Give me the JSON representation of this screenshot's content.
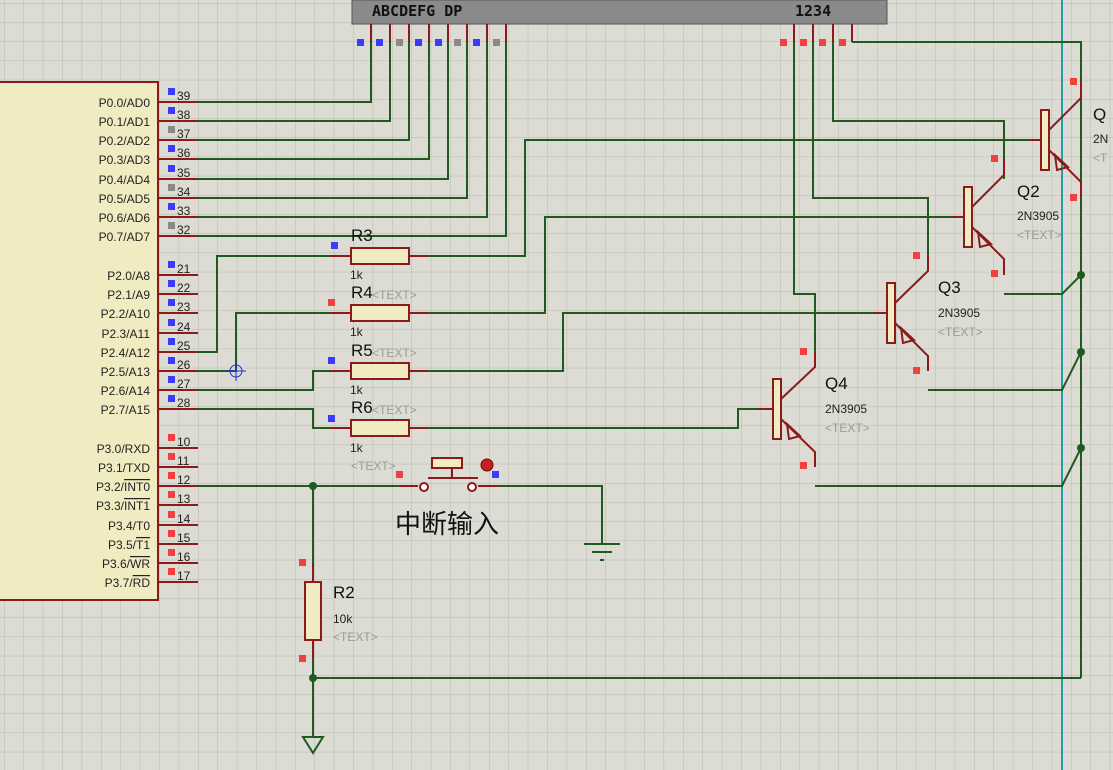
{
  "display": {
    "segments_label": "ABCDEFG DP",
    "digits_label": "1234"
  },
  "mcu": {
    "pins": [
      {
        "label": "P0.0/AD0",
        "num": "39"
      },
      {
        "label": "P0.1/AD1",
        "num": "38"
      },
      {
        "label": "P0.2/AD2",
        "num": "37"
      },
      {
        "label": "P0.3/AD3",
        "num": "36"
      },
      {
        "label": "P0.4/AD4",
        "num": "35"
      },
      {
        "label": "P0.5/AD5",
        "num": "34"
      },
      {
        "label": "P0.6/AD6",
        "num": "33"
      },
      {
        "label": "P0.7/AD7",
        "num": "32"
      },
      {
        "label": "P2.0/A8",
        "num": "21"
      },
      {
        "label": "P2.1/A9",
        "num": "22"
      },
      {
        "label": "P2.2/A10",
        "num": "23"
      },
      {
        "label": "P2.3/A11",
        "num": "24"
      },
      {
        "label": "P2.4/A12",
        "num": "25"
      },
      {
        "label": "P2.5/A13",
        "num": "26"
      },
      {
        "label": "P2.6/A14",
        "num": "27"
      },
      {
        "label": "P2.7/A15",
        "num": "28"
      },
      {
        "label": "P3.0/RXD",
        "num": "10"
      },
      {
        "label": "P3.1/TXD",
        "num": "11"
      },
      {
        "label": "P3.2/INT0",
        "num": "12"
      },
      {
        "label": "P3.3/INT1",
        "num": "13"
      },
      {
        "label": "P3.4/T0",
        "num": "14"
      },
      {
        "label": "P3.5/T1",
        "num": "15"
      },
      {
        "label": "P3.6/WR",
        "num": "16"
      },
      {
        "label": "P3.7/RD",
        "num": "17"
      }
    ]
  },
  "resistors": [
    {
      "ref": "R3",
      "value": "1k",
      "text": ""
    },
    {
      "ref": "R4",
      "value": "1k",
      "text": "<TEXT>"
    },
    {
      "ref": "R5",
      "value": "1k",
      "text": "<TEXT>"
    },
    {
      "ref": "R6",
      "value": "1k",
      "text": "<TEXT>"
    },
    {
      "ref": "R2",
      "value": "10k",
      "text": "<TEXT>"
    }
  ],
  "transistors": [
    {
      "ref": "Q",
      "value": "2N",
      "text": "<T"
    },
    {
      "ref": "Q2",
      "value": "2N3905",
      "text": "<TEXT>"
    },
    {
      "ref": "Q3",
      "value": "2N3905",
      "text": "<TEXT>"
    },
    {
      "ref": "Q4",
      "value": "2N3905",
      "text": "<TEXT>"
    }
  ],
  "switch": {
    "text": "<TEXT>",
    "label": "中断输入"
  }
}
